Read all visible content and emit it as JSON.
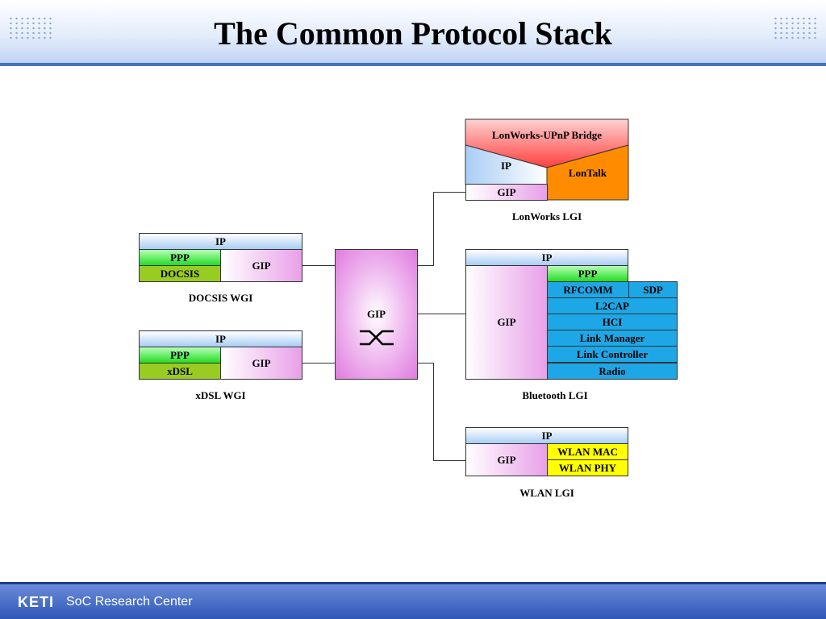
{
  "title": "The Common Protocol Stack",
  "footer": {
    "logo": "KETI",
    "org": "SoC Research Center"
  },
  "switch": {
    "label": "GIP"
  },
  "docsis_wgi": {
    "caption": "DOCSIS WGI",
    "ip": "IP",
    "ppp": "PPP",
    "phy": "DOCSIS",
    "gip": "GIP"
  },
  "xdsl_wgi": {
    "caption": "xDSL WGI",
    "ip": "IP",
    "ppp": "PPP",
    "phy": "xDSL",
    "gip": "GIP"
  },
  "lonworks_lgi": {
    "caption": "LonWorks LGI",
    "bridge": "LonWorks-UPnP Bridge",
    "ip": "IP",
    "lontalk": "LonTalk",
    "gip": "GIP"
  },
  "bluetooth_lgi": {
    "caption": "Bluetooth LGI",
    "ip": "IP",
    "gip": "GIP",
    "ppp": "PPP",
    "rfcomm": "RFCOMM",
    "sdp": "SDP",
    "l2cap": "L2CAP",
    "hci": "HCI",
    "link_manager": "Link Manager",
    "link_controller": "Link Controller",
    "radio": "Radio"
  },
  "wlan_lgi": {
    "caption": "WLAN LGI",
    "ip": "IP",
    "gip": "GIP",
    "mac": "WLAN MAC",
    "phy": "WLAN PHY"
  },
  "colors": {
    "header_accent": "#4a6fc4",
    "bridge": "#ff5555",
    "lontalk": "#ff8c00",
    "bluetooth": "#1ea7e6",
    "wlan": "#ffff00"
  }
}
